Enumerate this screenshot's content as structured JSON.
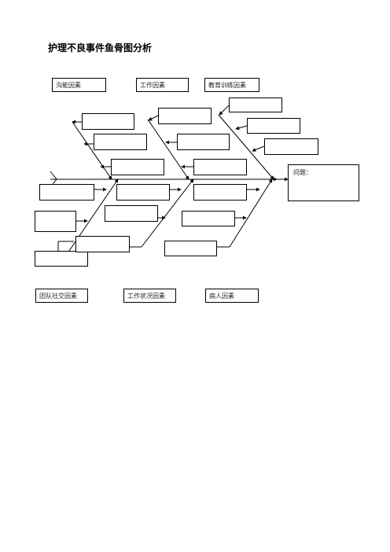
{
  "title": "护理不良事件鱼骨图分析",
  "categories_top": [
    "沟能因素",
    "工作因素",
    "教育训练因素"
  ],
  "categories_bottom": [
    "团队社交因素",
    "工作状况因素",
    "病人因素"
  ],
  "problem_label": "问题："
}
